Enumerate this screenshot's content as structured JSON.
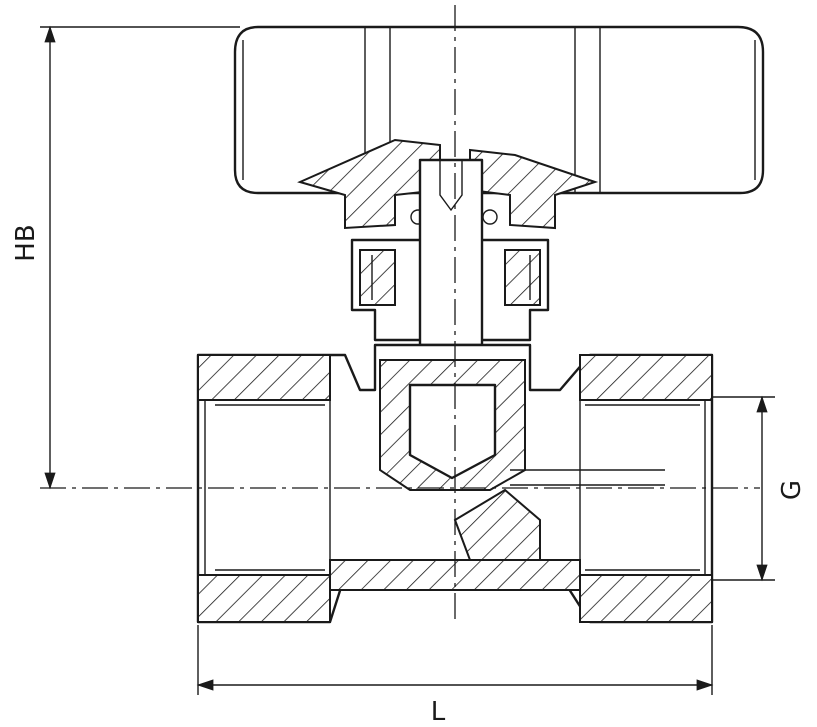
{
  "dimensions": {
    "height_label": "HB",
    "length_label": "L",
    "thread_label": "G"
  },
  "colors": {
    "line": "#1a1a1a",
    "background": "#ffffff"
  }
}
